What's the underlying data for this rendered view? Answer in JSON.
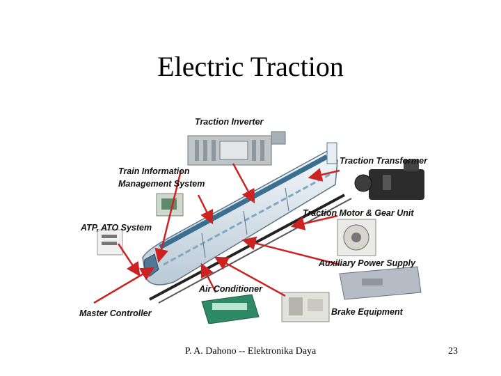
{
  "slide": {
    "title": "Electric Traction",
    "footer": "P. A. Dahono -- Elektronika Daya",
    "page_number": "23"
  },
  "diagram": {
    "labels": {
      "traction_inverter": "Traction Inverter",
      "traction_transformer": "Traction Transformer",
      "train_info_line1": "Train Information",
      "train_info_line2": "Management System",
      "traction_motor": "Traction Motor & Gear Unit",
      "atp_ato": "ATP, ATO System",
      "auxiliary_power": "Auxiliary Power Supply",
      "air_conditioner": "Air Conditioner",
      "master_controller": "Master Controller",
      "brake_equipment": "Brake Equipment"
    },
    "colors": {
      "arrow": "#cc2222",
      "train_body": "#dfe9ef",
      "train_window": "#3a6f8f"
    }
  }
}
